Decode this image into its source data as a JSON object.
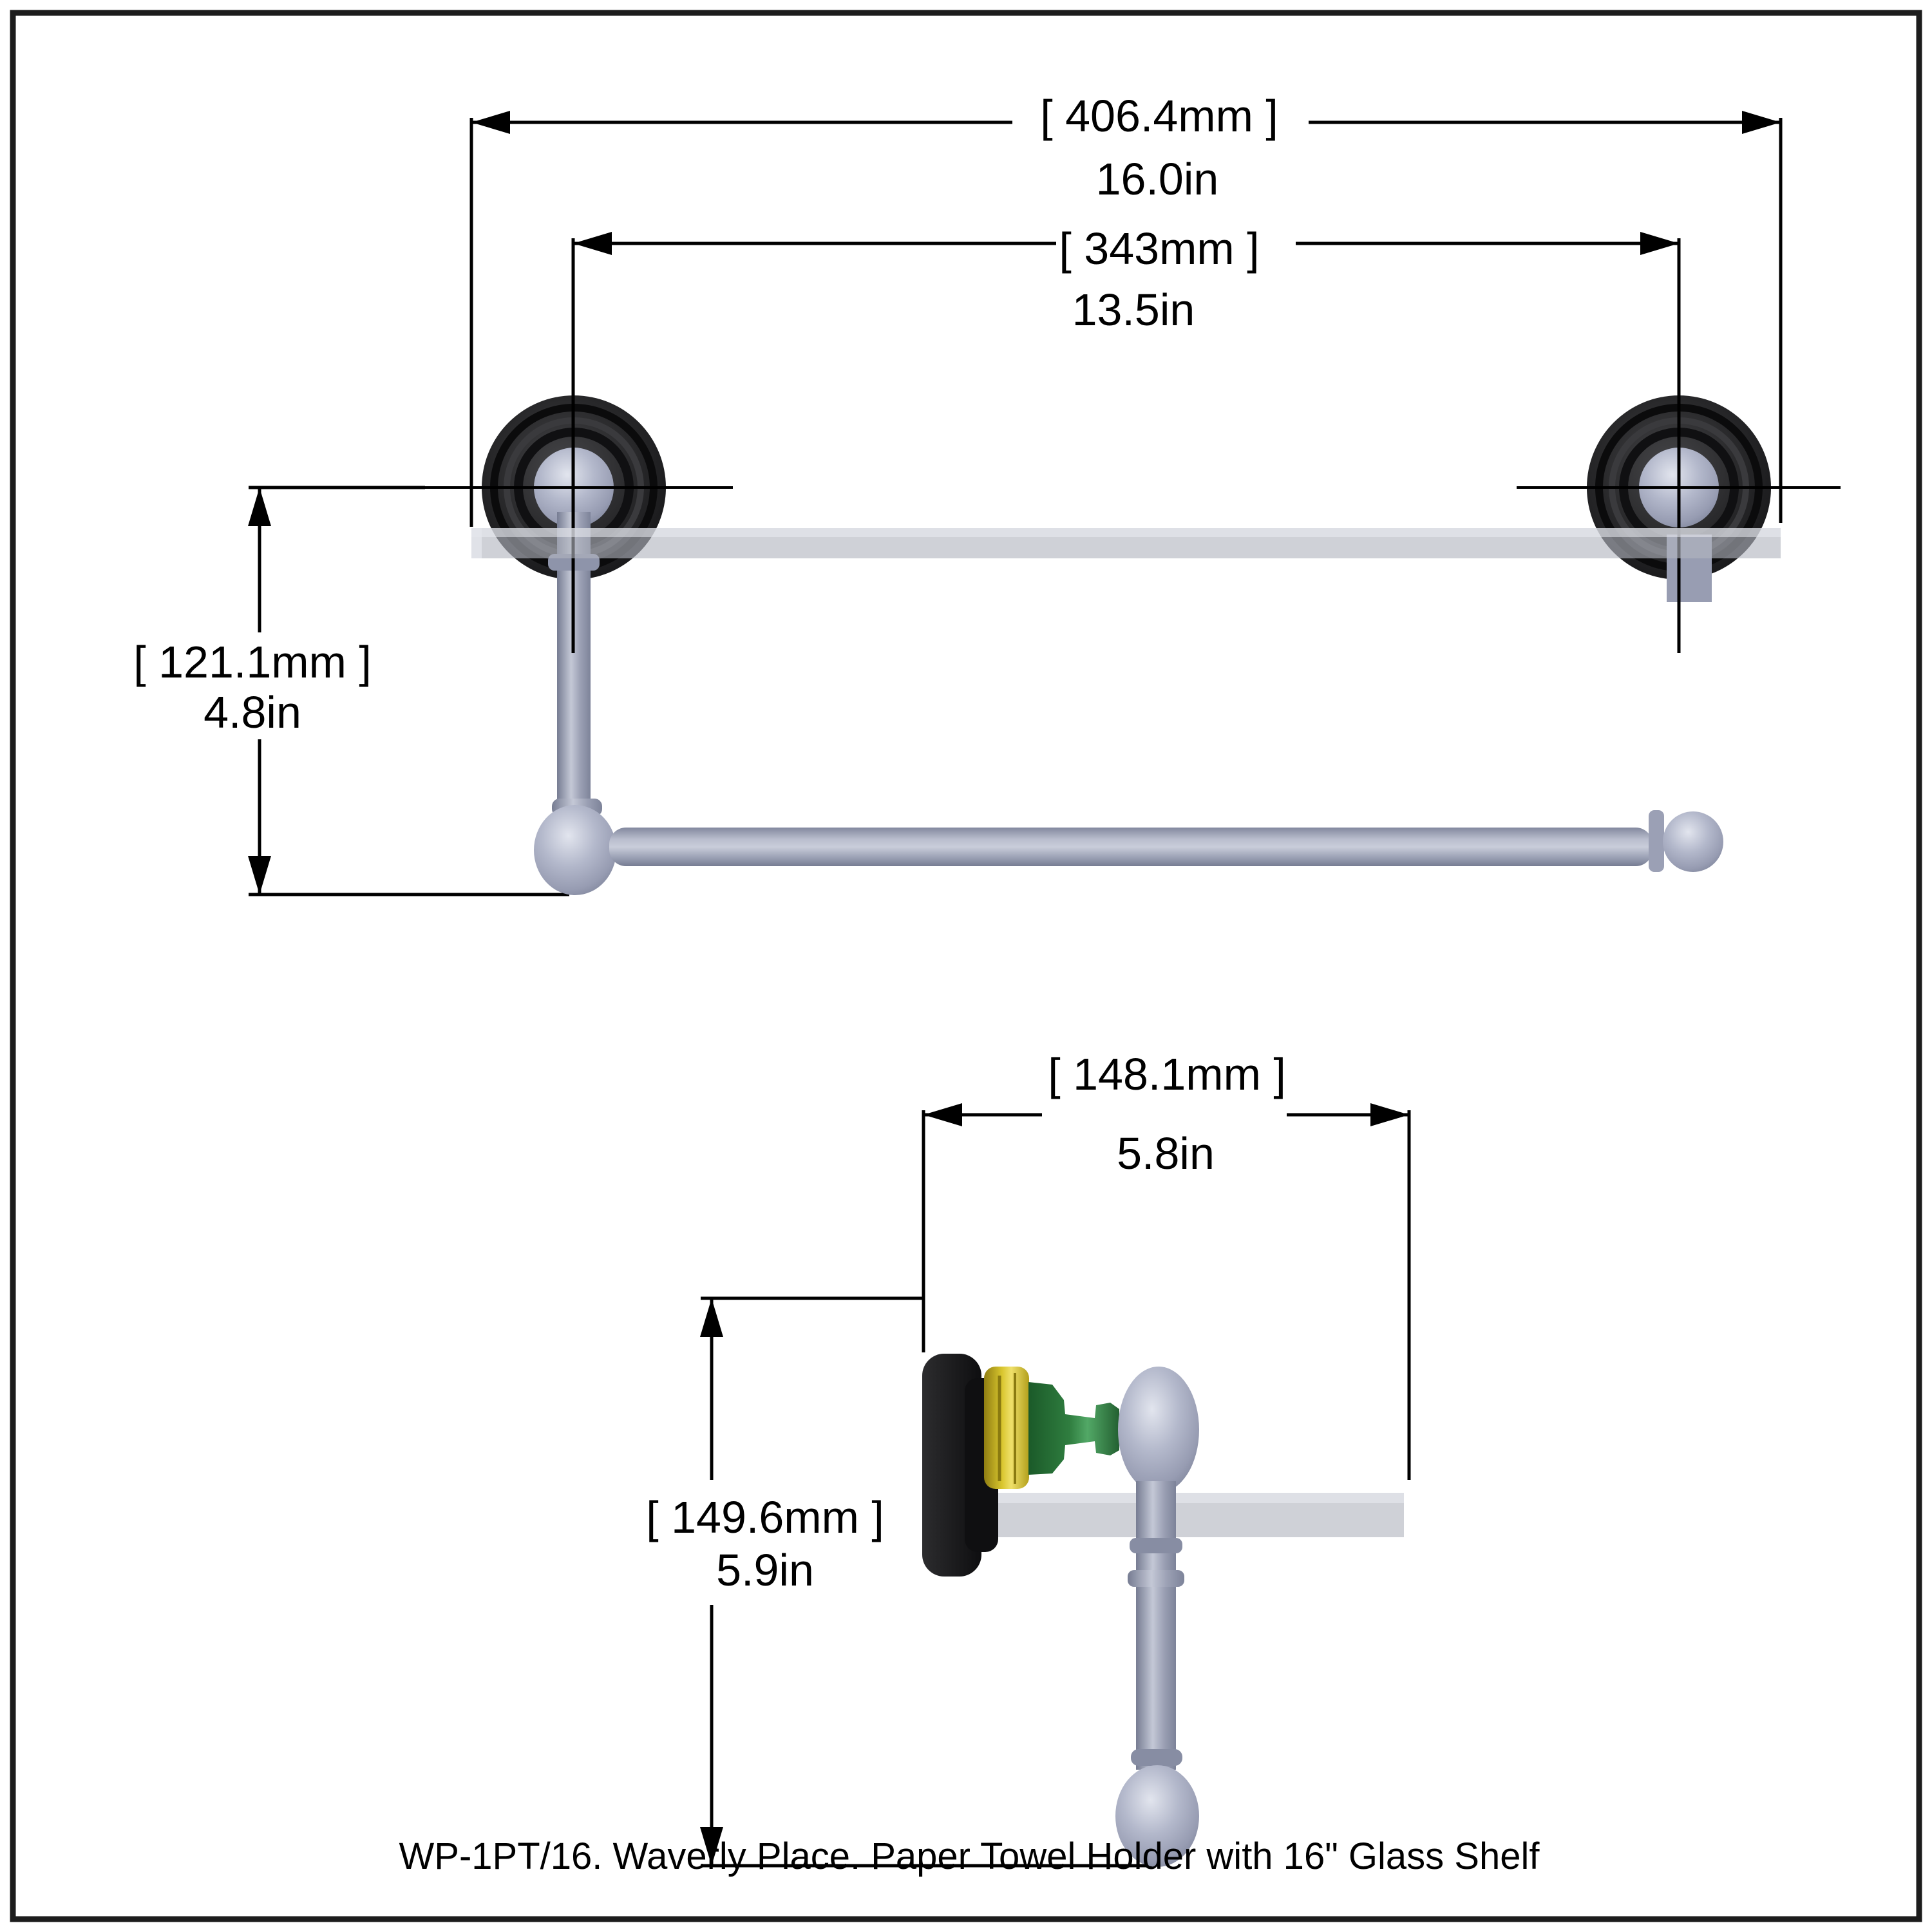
{
  "title_caption": "WP-1PT/16. Waverly Place. Paper Towel Holder with 16\" Glass Shelf",
  "front_view": {
    "overall_width": {
      "mm": "[ 406.4mm ]",
      "inches": "16.0in"
    },
    "center_to_center": {
      "mm": "[ 343mm ]",
      "inches": "13.5in"
    },
    "drop_height": {
      "mm": "[ 121.1mm ]",
      "inches": "4.8in"
    }
  },
  "side_view": {
    "depth": {
      "mm": "[ 148.1mm ]",
      "inches": "5.8in"
    },
    "overall_height": {
      "mm": "[ 149.6mm ]",
      "inches": "5.9in"
    }
  },
  "colors": {
    "background": "#ffffff",
    "frame": "#1c1c1c",
    "dimension_lines": "#000000",
    "metal_highlight": "#dfe2ec",
    "metal_mid": "#a9aec3",
    "metal_shadow": "#7d8399",
    "flange_black": "#1a1a1c",
    "glass_shelf": "rgba(178,181,190,0.62)",
    "accent_yellow": "#d9c62e",
    "accent_green": "#2f7d3f"
  }
}
